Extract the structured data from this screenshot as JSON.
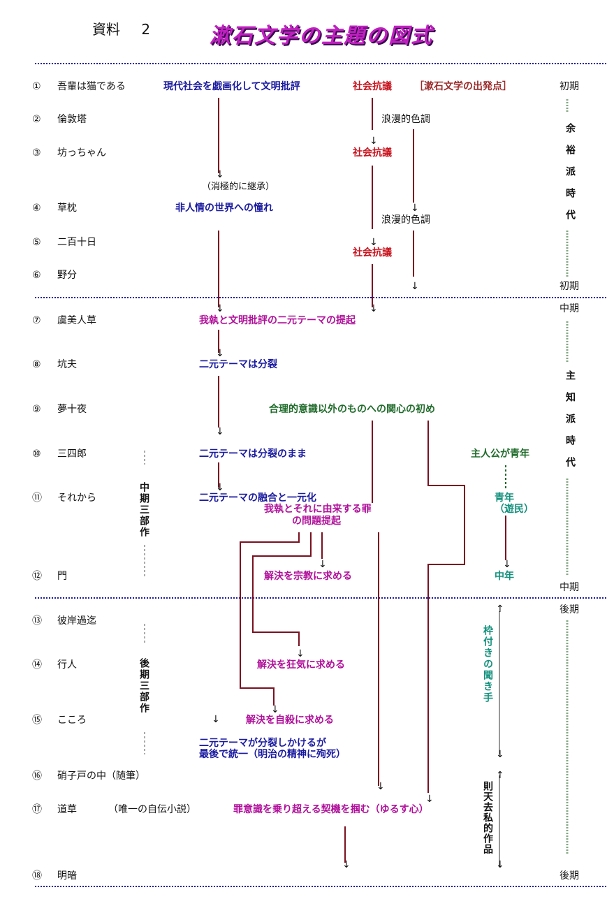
{
  "header": {
    "material_label": "資料",
    "material_no": "2",
    "title": "漱石文学の主題の図式"
  },
  "works": [
    {
      "no": "①",
      "title": "吾輩は猫である"
    },
    {
      "no": "②",
      "title": "倫敦塔"
    },
    {
      "no": "③",
      "title": "坊っちゃん"
    },
    {
      "no": "④",
      "title": "草枕"
    },
    {
      "no": "⑤",
      "title": "二百十日"
    },
    {
      "no": "⑥",
      "title": "野分"
    },
    {
      "no": "⑦",
      "title": "虞美人草"
    },
    {
      "no": "⑧",
      "title": "坑夫"
    },
    {
      "no": "⑨",
      "title": "夢十夜"
    },
    {
      "no": "⑩",
      "title": "三四郎"
    },
    {
      "no": "⑪",
      "title": "それから"
    },
    {
      "no": "⑫",
      "title": "門"
    },
    {
      "no": "⑬",
      "title": "彼岸過迄"
    },
    {
      "no": "⑭",
      "title": "行人"
    },
    {
      "no": "⑮",
      "title": "こころ"
    },
    {
      "no": "⑯",
      "title": "硝子戸の中（随筆）"
    },
    {
      "no": "⑰",
      "title": "道草"
    },
    {
      "no": "⑱",
      "title": "明暗"
    }
  ],
  "notes": {
    "michikusa": "（唯一の自伝小説）",
    "mid_trilogy": "中期三部作",
    "late_trilogy": "後期三部作"
  },
  "themes": {
    "t1": "現代社会を戯画化して文明批評",
    "t2": "社会抗議",
    "t3": "［漱石文学の出発点］",
    "t4": "浪漫的色調",
    "t5": "社会抗議",
    "t6": "（消極的に継承）",
    "t7": "非人情の世界への憧れ",
    "t8": "浪漫的色調",
    "t9": "社会抗議",
    "t10": "我執と文明批評の二元テーマの提起",
    "t11": "二元テーマは分裂",
    "t12": "合理的意識以外のものへの関心の初め",
    "t13": "二元テーマは分裂のまま",
    "t14": "主人公が青年",
    "t15": "二元テーマの融合と一元化",
    "t16a": "我執とそれに由来する罪",
    "t16b": "の問題提起",
    "t17a": "青年",
    "t17b": "（遊民）",
    "t18": "解決を宗教に求める",
    "t19": "中年",
    "t20": "解決を狂気に求める",
    "t21": "解決を自殺に求める",
    "t22a": "二元テーマが分裂しかけるが",
    "t22b": "最後で統一（明治の精神に殉死）",
    "t23": "罪意識を乗り超える契機を掴む（ゆるす心）",
    "frame_listener": "枠付きの聞き手",
    "sokuten": "則天去私的作品"
  },
  "periods": {
    "early_start": "初期",
    "early_name": "余裕派時代",
    "early_end": "初期",
    "mid_start": "中期",
    "mid_name": "主知派時代",
    "mid_end": "中期",
    "late_start": "後期",
    "late_end": "後期"
  },
  "colors": {
    "blue": "#1a1aa0",
    "red": "#c8141e",
    "magenta": "#b0109a",
    "green": "#1f6b2a",
    "teal": "#12907c",
    "line": "#7a1020",
    "title": "#c020c0"
  }
}
